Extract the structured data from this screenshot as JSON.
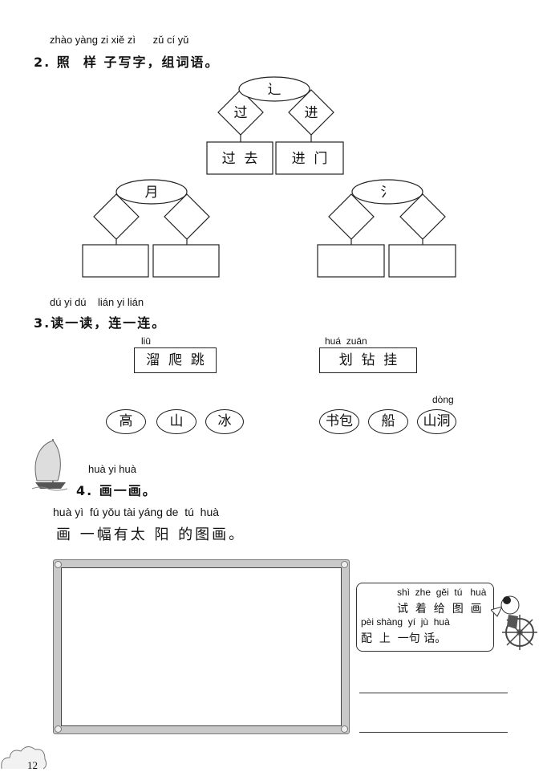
{
  "section2": {
    "pinyin": "zhào yàng zi xiě zì      zǔ cí yǔ",
    "title": "2. 照  样 子写字，组词语。",
    "examples": [
      {
        "radical": "辶",
        "chars": [
          "过",
          "进"
        ],
        "words": [
          "过  去",
          "进  门"
        ]
      },
      {
        "radical": "月",
        "chars": [
          "",
          ""
        ],
        "words": [
          "",
          ""
        ]
      },
      {
        "radical": "氵",
        "chars": [
          "",
          ""
        ],
        "words": [
          "",
          ""
        ]
      }
    ]
  },
  "section3": {
    "pinyin": "dú yi dú    lián yi lián",
    "title": "3.读一读，连一连。",
    "left_box": {
      "pinyin": "liū",
      "text": "溜  爬  跳"
    },
    "right_box": {
      "pinyin": "huá  zuān",
      "text": "划  钻  挂"
    },
    "left_words": [
      "高",
      "山",
      "冰"
    ],
    "right_words": [
      "书包",
      "船",
      "山洞"
    ],
    "right_word_pinyin": "dòng"
  },
  "section4": {
    "pinyin": "huà yi huà",
    "title": "4. 画一画。",
    "instruction_pinyin": "huà yì  fú yǒu tài yáng de  tú  huà",
    "instruction": "画 一幅有太 阳 的图画。",
    "bubble": {
      "line1_pinyin": "shì  zhe  gěi  tú   huà",
      "line1": "试  着  给  图  画",
      "line2_pinyin": "pèi shàng  yí  jù  huà",
      "line2": "配  上  一句 话。"
    }
  },
  "page_number": "12"
}
